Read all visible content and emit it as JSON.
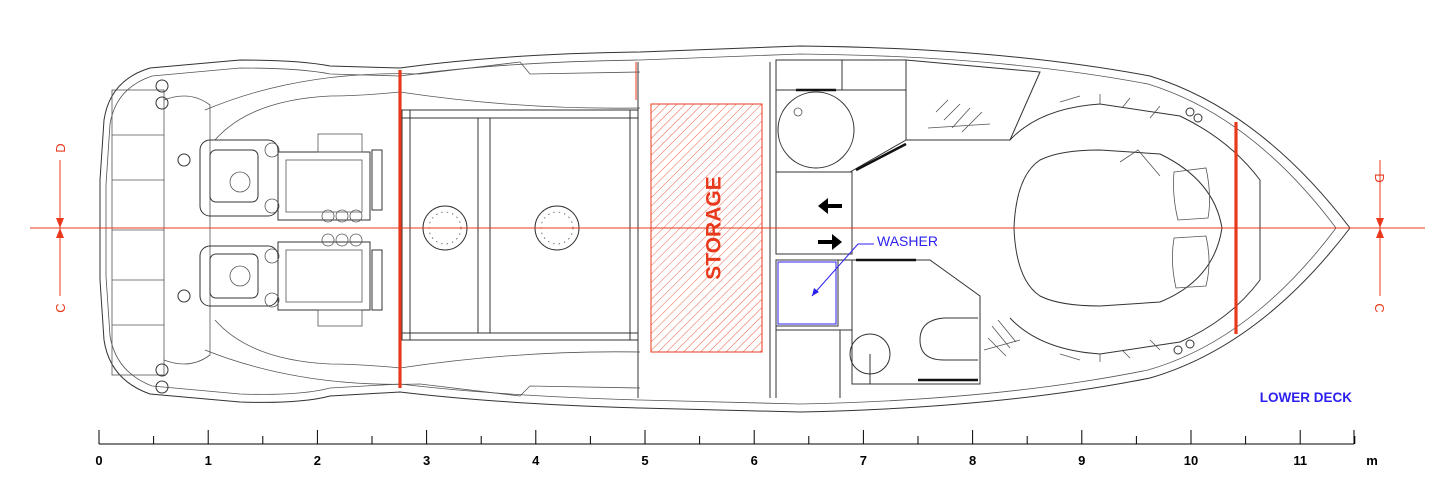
{
  "labels": {
    "storage": "STORAGE",
    "washer": "WASHER",
    "deck": "LOWER DECK"
  },
  "sections": {
    "left_top": "D",
    "left_bottom": "C",
    "right_top": "D",
    "right_bottom": "C"
  },
  "scale": {
    "ticks": [
      "0",
      "1",
      "2",
      "3",
      "4",
      "5",
      "6",
      "7",
      "8",
      "9",
      "10",
      "11"
    ],
    "unit": "m"
  },
  "colors": {
    "section_red": "#e8391d",
    "annotation_blue": "#2b1ff0",
    "line": "#333333"
  },
  "icons": {
    "arrow": "black-arrow",
    "washer_leader": "leader-arrow"
  }
}
